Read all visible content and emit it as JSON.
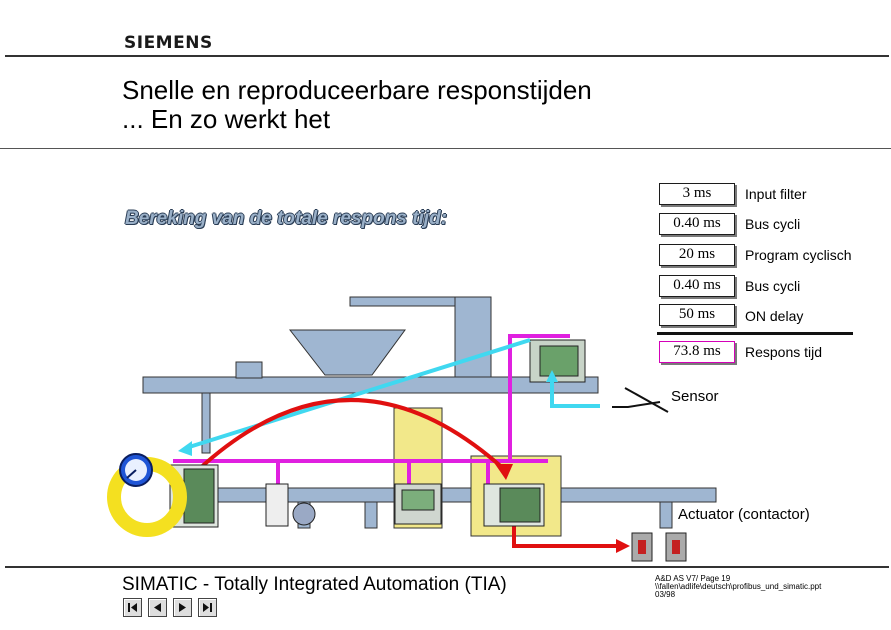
{
  "brand": "SIEMENS",
  "title_line1": "Snelle en reproduceerbare responstijden",
  "title_line2": "... En zo werkt het",
  "calc_label": "Bereking van de totale respons tijd:",
  "timings": [
    {
      "value": "3 ms",
      "label": "Input filter"
    },
    {
      "value": "0.40 ms",
      "label": "Bus cycli"
    },
    {
      "value": "20 ms",
      "label": "Program cyclisch"
    },
    {
      "value": "0.40 ms",
      "label": "Bus cycli"
    },
    {
      "value": "50 ms",
      "label": "ON delay"
    }
  ],
  "result": {
    "value": "73.8 ms",
    "label": "Respons tijd"
  },
  "sensor_label": "Sensor",
  "actuator_label": "Actuator (contactor)",
  "footer_title": "SIMATIC - Totally Integrated Automation (TIA)",
  "footer_meta": {
    "line1": "A&D AS V7/  Page 19",
    "line2": "\\\\fallen\\adlife\\deutsch\\profibus_und_simatic.ppt",
    "line3": "03/98"
  },
  "nav_icons": [
    "first-slide-icon",
    "previous-slide-icon",
    "next-slide-icon",
    "last-slide-icon"
  ],
  "colors": {
    "pink": "#e020e0",
    "red": "#e01010",
    "cyan": "#40d8f0",
    "yellow": "#f2e88a",
    "steel": "#9fb6d1"
  }
}
